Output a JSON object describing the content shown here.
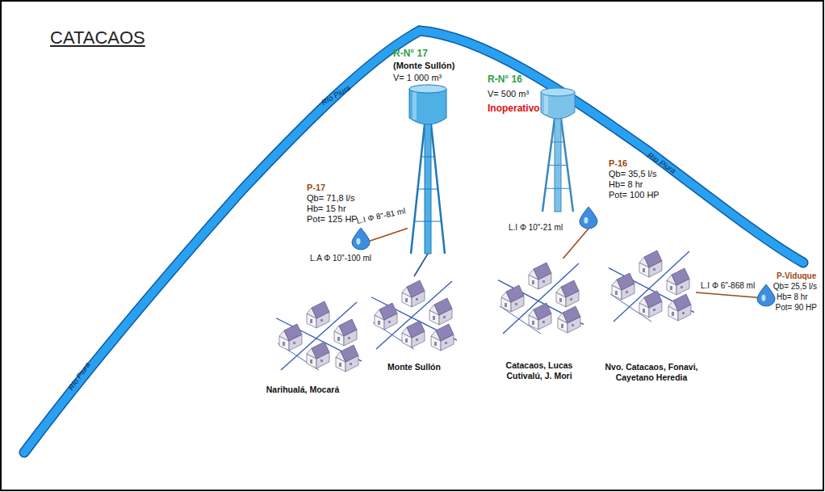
{
  "diagram": {
    "title": "CATACAOS",
    "nodes": [
      {
        "text": [
          "R-N° 17",
          "(Monte Sullón)",
          "V= 1 000 m³"
        ]
      },
      {
        "text": [
          "P-17",
          "Qb= 71,8 l/s",
          "Hb= 15 hr",
          "Pot= 125 HP"
        ]
      },
      {
        "text": [
          "R-N° 16",
          "V= 500 m³",
          "Inoperativo"
        ]
      },
      {
        "text": [
          "P-16",
          "Qb= 35,5 l/s",
          "Hb= 8 hr",
          "Pot= 100 HP"
        ]
      },
      {
        "text": [
          "P-Viduque",
          "Qb= 25,5 l/s",
          "Hb= 8 hr",
          "Pot= 90 HP"
        ]
      },
      {
        "text": [
          "Narihualá, Mocará"
        ]
      },
      {
        "text": [
          "Monte Sullón"
        ]
      },
      {
        "text": [
          "Catacaos, Lucas Cutivalú, J. Mori"
        ]
      },
      {
        "text": [
          "Nvo. Catacaos, Fonavi, Cayetano Heredia"
        ]
      }
    ],
    "edges": [
      {
        "from": 1,
        "to": 0,
        "arrow": "none",
        "label": "L.I Φ 8\"-81 ml"
      },
      {
        "from": 0,
        "to": 6,
        "arrow": "none",
        "label": "L.A Φ 10\"-100 ml"
      },
      {
        "from": 3,
        "to": 7,
        "arrow": "none",
        "label": "L.I Φ 10\"-21 ml"
      },
      {
        "from": 4,
        "to": 8,
        "arrow": "none",
        "label": "L.I Φ 6\"-868 ml"
      }
    ],
    "labels": [
      "Río Piura",
      "Río Piura",
      "Río Piura"
    ]
  }
}
